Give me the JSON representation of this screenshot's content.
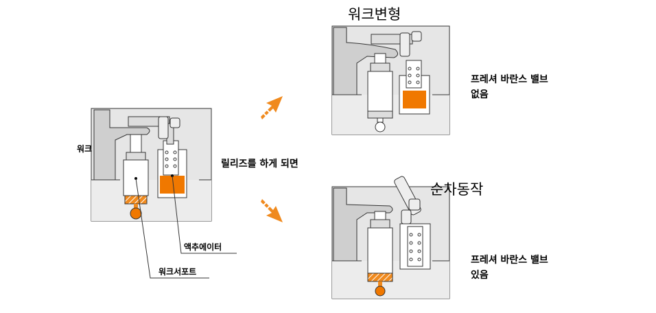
{
  "labels": {
    "work": "워크",
    "release": "릴리즈를 하게 되면",
    "cylinder": "액추에이터",
    "work_support": "워크서포트",
    "top_title": "워크변형",
    "top_note_line1": "프레셔 바란스 밸브",
    "top_note_line2": "없음",
    "bottom_title": "순차동작",
    "bottom_note_line1": "프레셔 바란스 밸브",
    "bottom_note_line2": "있음"
  },
  "colors": {
    "panel": "#e6e6e6",
    "line": "#333333",
    "orange": "#f07800",
    "arrow": "#f08a1e"
  }
}
